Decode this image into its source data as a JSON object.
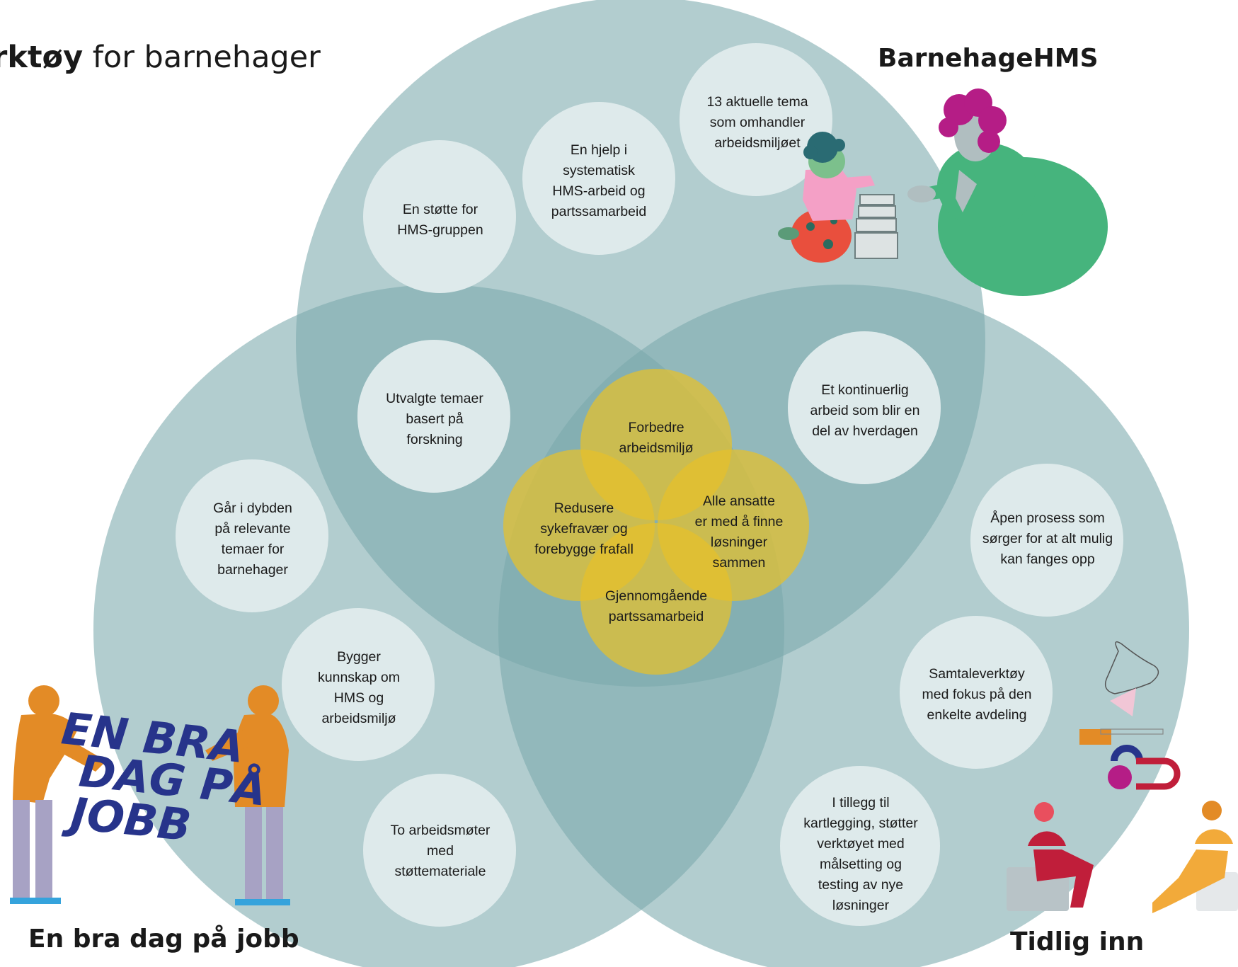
{
  "title": {
    "bold": "erktøy",
    "rest": " for barnehager"
  },
  "sets": {
    "barnehagehms": "BarnehageHMS",
    "en_bra_dag": "En bra dag på jobb",
    "tidlig_inn": "Tidlig inn"
  },
  "bubbles": {
    "tema13": [
      "13 aktuelle tema",
      "som omhandler",
      "arbeidsmiljøet"
    ],
    "hjelp": [
      "En hjelp i",
      "systematisk",
      "HMS-arbeid og",
      "partssamarbeid"
    ],
    "stotte": [
      "En støtte for",
      "HMS-gruppen"
    ],
    "utvalgte": [
      "Utvalgte temaer",
      "basert på",
      "forskning"
    ],
    "kontinuerlig": [
      "Et kontinuerlig",
      "arbeid som blir en",
      "del av hverdagen"
    ],
    "dybden": [
      "Går i dybden",
      "på relevante",
      "temaer for",
      "barnehager"
    ],
    "apen": [
      "Åpen prosess som",
      "sørger for at alt mulig",
      "kan fanges opp"
    ],
    "bygger": [
      "Bygger",
      "kunnskap om",
      "HMS og",
      "arbeidsmiljø"
    ],
    "samtale": [
      "Samtaleverktøy",
      "med fokus på den",
      "enkelte avdeling"
    ],
    "to_arbeid": [
      "To arbeidsmøter",
      "med",
      "støttemateriale"
    ],
    "tillegg": [
      "I tillegg til",
      "kartlegging, støtter",
      "verktøyet med",
      "målsetting og",
      "testing av nye",
      "løsninger"
    ]
  },
  "goals": {
    "forbedre": [
      "Forbedre",
      "arbeidsmiljø"
    ],
    "redusere": [
      "Redusere",
      "sykefravær og",
      "forebygge frafall"
    ],
    "alle": [
      "Alle ansatte",
      "er med å finne",
      "løsninger",
      "sammen"
    ],
    "gjennom": [
      "Gjennomgående",
      "partssamarbeid"
    ]
  },
  "logo_text": [
    "EN BRA",
    "DAG PÅ",
    "JOBB"
  ],
  "colors": {
    "circle": "#7aa9ad",
    "bubble": "#deeaeb",
    "goal": "#e6c12a",
    "logo_navy": "#27348b",
    "logo_light": "#35a3dc",
    "figure_orange": "#e38b26",
    "figure_green": "#46b47d",
    "figure_magenta": "#b51d86",
    "figure_red": "#c01e3a"
  }
}
